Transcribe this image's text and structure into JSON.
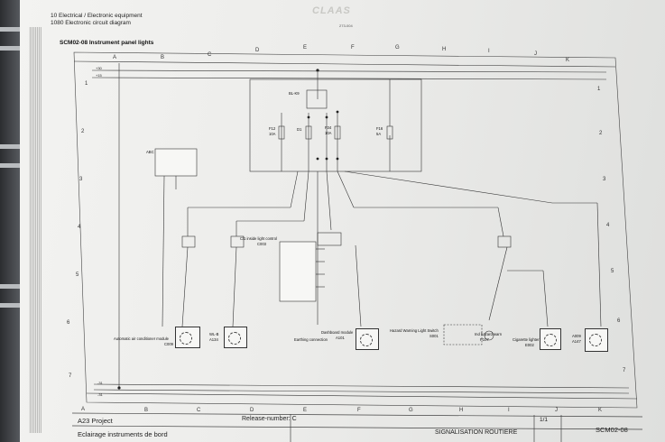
{
  "header": {
    "line1": "10 Electrical / Electronic equipment",
    "line2": "1080 Electronic circuit diagram",
    "brand": "CLAAS",
    "doc_ref": "273-004",
    "title": "SCM02-08 Instrument panel lights"
  },
  "grid": {
    "columns": [
      "A",
      "B",
      "C",
      "D",
      "E",
      "F",
      "G",
      "H",
      "I",
      "J",
      "K"
    ],
    "rows": [
      "1",
      "2",
      "3",
      "4",
      "5",
      "6",
      "7"
    ]
  },
  "wires": {
    "w1": "+30",
    "w2": "+15",
    "w3": "-31",
    "w4": "-31"
  },
  "components": {
    "relay": "BL-K9",
    "f1": "F12",
    "f1_rating": "10A",
    "d1": "D1",
    "f2": "F34",
    "f2_rating": "10A",
    "f3": "F16",
    "f3_rating": "5A",
    "abc": "ABC",
    "sw_ctrl": "Cl1 inside light control",
    "sw_code": "C003",
    "ground": "Earthing connection"
  },
  "modules": {
    "ac": "Automatic air conditioner module",
    "ac_code": "C009",
    "wl": "WL-B",
    "wl_code": "A134",
    "dash": "Dashboard module",
    "dash_code": "A101",
    "hazard": "Hazard Warning Light Switch",
    "hazard_code": "S001",
    "ind": "Ind hazard warn",
    "ind_code": "P107",
    "cig": "Cigarette lighter",
    "cig_code": "E002",
    "rc": "A009",
    "rc_code": "A147"
  },
  "title_block": {
    "project": "A23 Project",
    "release": "Release-number: C",
    "description": "Eclairage instruments de bord",
    "sheet": "1/1",
    "category": "SIGNALISATION ROUTIERE",
    "code": "SCM02-08"
  }
}
